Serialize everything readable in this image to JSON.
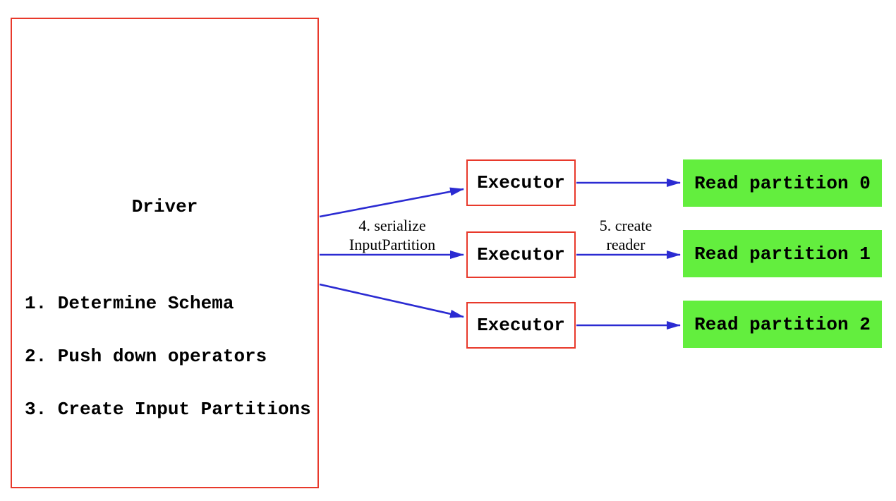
{
  "diagram": {
    "driver": {
      "title": "Driver",
      "steps": [
        "1. Determine Schema",
        "2. Push down operators",
        "3. Create Input Partitions"
      ]
    },
    "executors": [
      {
        "label": "Executor"
      },
      {
        "label": "Executor"
      },
      {
        "label": "Executor"
      }
    ],
    "partitions": [
      {
        "label": "Read partition 0"
      },
      {
        "label": "Read partition 1"
      },
      {
        "label": "Read partition 2"
      }
    ],
    "edge_labels": {
      "serialize": {
        "line1": "4. serialize",
        "line2": "InputPartition"
      },
      "create_reader": {
        "line1": "5. create",
        "line2": "reader"
      }
    }
  },
  "colors": {
    "box-border-red": "#e8392b",
    "arrow-blue": "#2b2bd2",
    "partition-green": "#63ee3e",
    "text-black": "#000000",
    "background": "#ffffff"
  }
}
